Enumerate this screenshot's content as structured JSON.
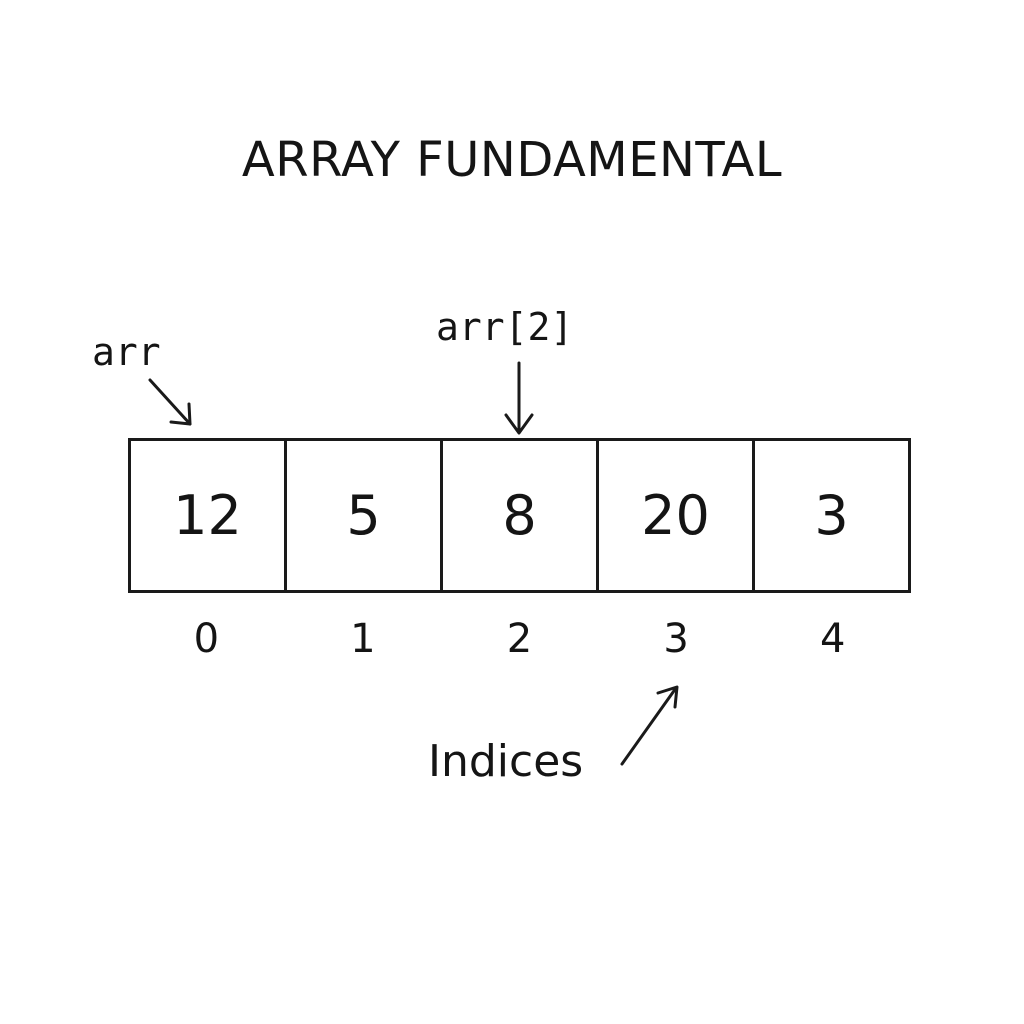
{
  "title": "ARRAY FUNDAMENTAL",
  "array_label": "arr",
  "element_label": "arr[2]",
  "cells": [
    "12",
    "5",
    "8",
    "20",
    "3"
  ],
  "indices": [
    "0",
    "1",
    "2",
    "3",
    "4"
  ],
  "indices_label": "Indices"
}
